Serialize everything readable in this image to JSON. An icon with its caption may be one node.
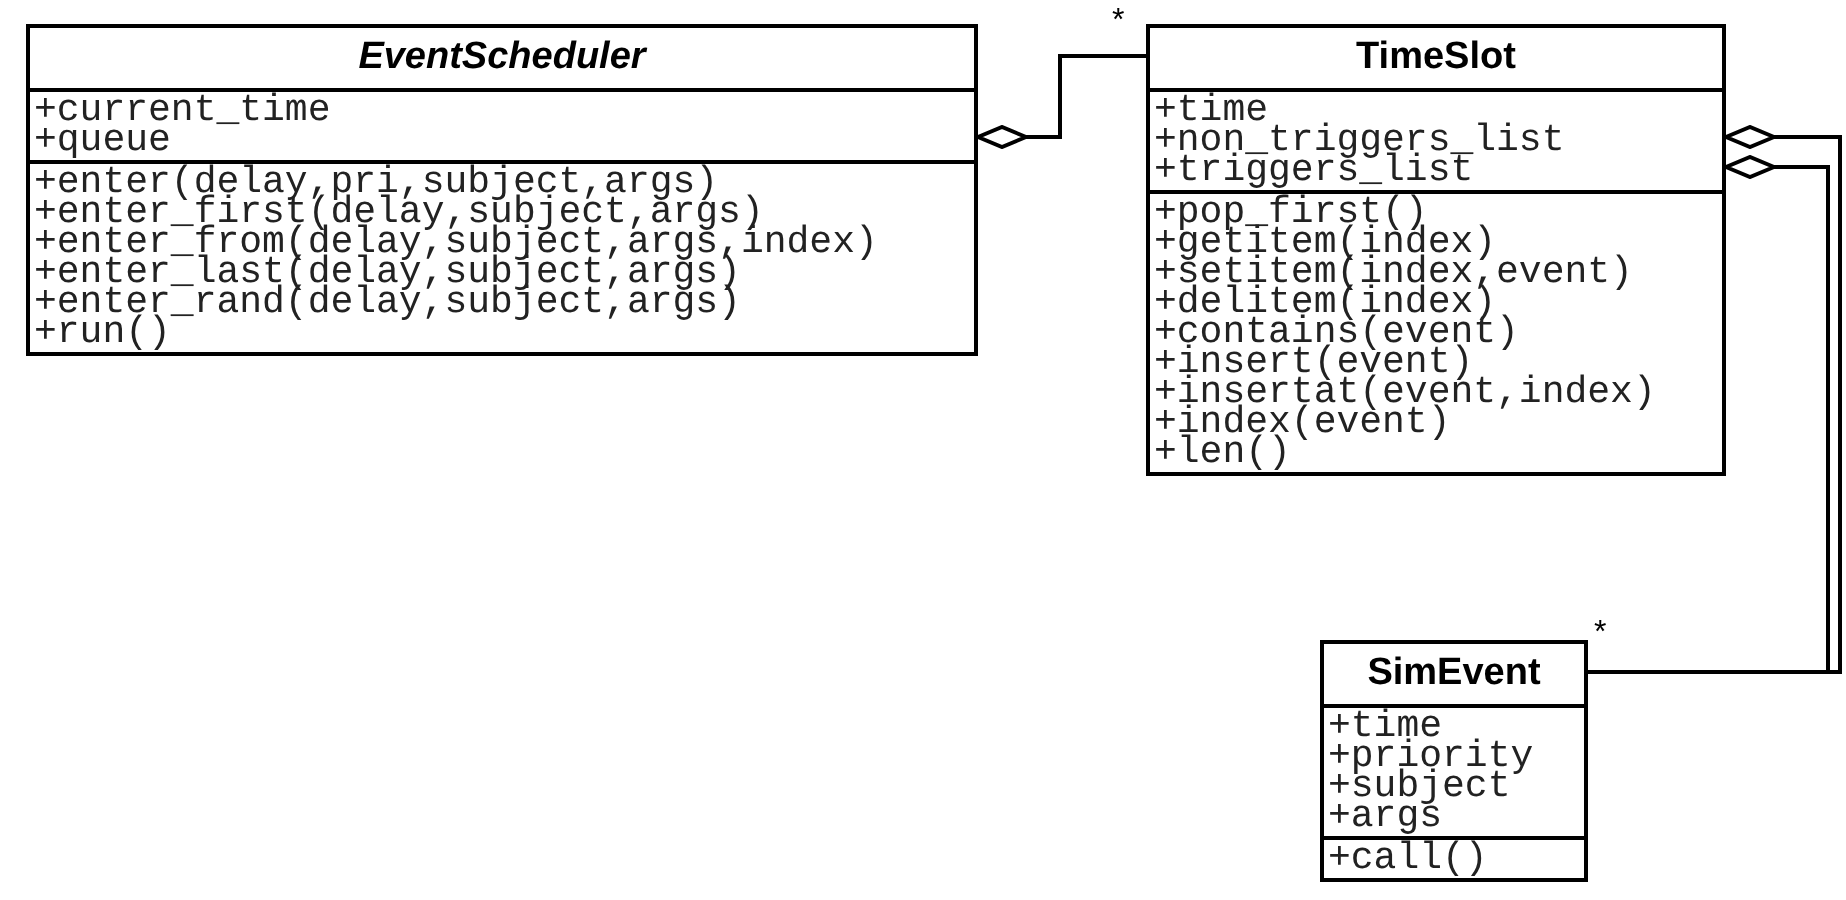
{
  "diagram": {
    "nodes": [
      {
        "text": [
          "EventScheduler",
          "+current_time +queue",
          "+enter(delay,pri,subject,args) +enter_first(delay,subject,args) +enter_from(delay,subject,args,index) +enter_last(delay,subject,args) +enter_rand(delay,subject,args) +run()"
        ]
      },
      {
        "text": [
          "TimeSlot",
          "+time +non_triggers_list +triggers_list",
          "+pop_first() +getitem(index) +setitem(index,event) +delitem(index) +contains(event) +insert(event) +insertat(event,index) +index(event) +len()"
        ]
      },
      {
        "text": [
          "SimEvent",
          "+time +priority +subject +args",
          "+call()"
        ]
      }
    ],
    "edges": [
      {
        "from": 0,
        "to": 1,
        "arrow": "other",
        "label": "*"
      },
      {
        "from": 1,
        "to": 2,
        "arrow": "other"
      },
      {
        "from": 1,
        "to": 2,
        "arrow": "other",
        "label": "*"
      }
    ]
  }
}
